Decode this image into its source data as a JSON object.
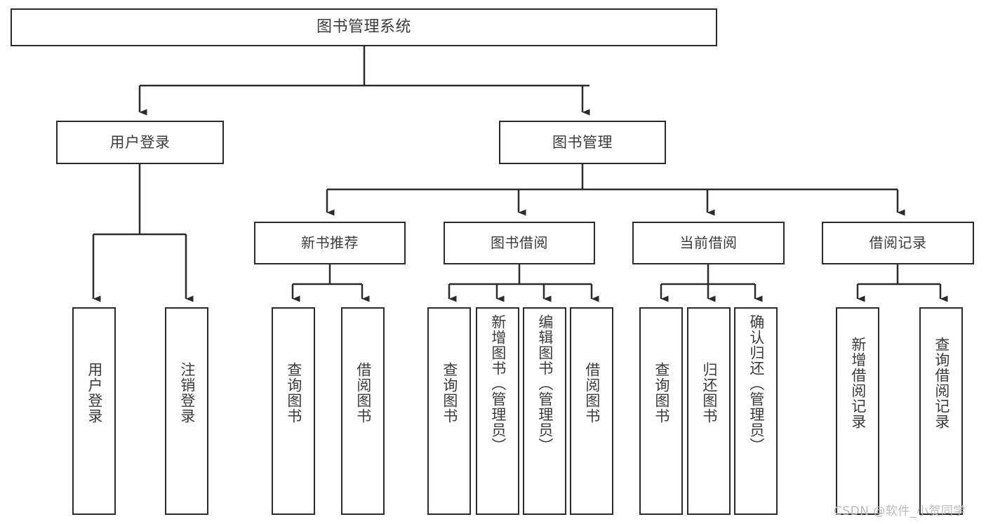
{
  "diagram": {
    "type": "tree-hierarchy",
    "title": "图书管理系统",
    "watermark": "CSDN @软件_小贺同学",
    "colors": {
      "border": "#2b2b2b",
      "text": "#3b3b3b",
      "background": "#ffffff",
      "watermark": "#b9b9b9"
    },
    "nodes": {
      "root": {
        "label": "图书管理系统"
      },
      "level2": [
        {
          "id": "user-login",
          "label": "用户登录"
        },
        {
          "id": "book-manage",
          "label": "图书管理"
        }
      ],
      "level3": [
        {
          "id": "new-book-recommend",
          "label": "新书推荐",
          "parent": "book-manage"
        },
        {
          "id": "book-borrow",
          "label": "图书借阅",
          "parent": "book-manage"
        },
        {
          "id": "current-borrow",
          "label": "当前借阅",
          "parent": "book-manage"
        },
        {
          "id": "borrow-record",
          "label": "借阅记录",
          "parent": "book-manage"
        }
      ],
      "leaves": [
        {
          "id": "leaf-user-login",
          "label": "用户登录",
          "parent": "user-login"
        },
        {
          "id": "leaf-user-logout",
          "label": "注销登录",
          "parent": "user-login"
        },
        {
          "id": "leaf-query-book-1",
          "label": "查询图书",
          "parent": "new-book-recommend"
        },
        {
          "id": "leaf-borrow-book-1",
          "label": "借阅图书",
          "parent": "new-book-recommend"
        },
        {
          "id": "leaf-query-book-2",
          "label": "查询图书",
          "parent": "book-borrow"
        },
        {
          "id": "leaf-add-book",
          "label": "新增图书（管理员）",
          "parent": "book-borrow"
        },
        {
          "id": "leaf-edit-book",
          "label": "编辑图书（管理员）",
          "parent": "book-borrow"
        },
        {
          "id": "leaf-borrow-book-2",
          "label": "借阅图书",
          "parent": "book-borrow"
        },
        {
          "id": "leaf-query-book-3",
          "label": "查询图书",
          "parent": "current-borrow"
        },
        {
          "id": "leaf-return-book",
          "label": "归还图书",
          "parent": "current-borrow"
        },
        {
          "id": "leaf-confirm-return",
          "label": "确认归还（管理员）",
          "parent": "current-borrow"
        },
        {
          "id": "leaf-add-record",
          "label": "新增借阅记录",
          "parent": "borrow-record"
        },
        {
          "id": "leaf-query-record",
          "label": "查询借阅记录",
          "parent": "borrow-record"
        }
      ]
    }
  }
}
